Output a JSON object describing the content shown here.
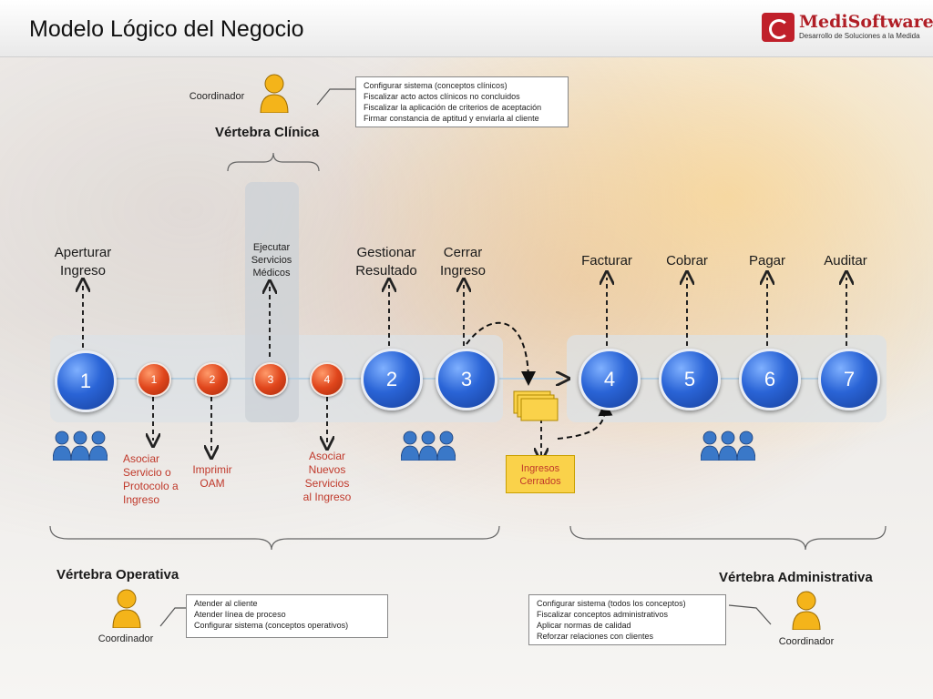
{
  "header": {
    "title": "Modelo Lógico del Negocio",
    "logo_name": "MediSoftware",
    "logo_tagline": "Desarrollo de Soluciones a la Medida"
  },
  "clinical": {
    "role": "Coordinador",
    "title": "Vértebra Clínica",
    "tasks": [
      "Configurar sistema (conceptos clínicos)",
      "Fiscalizar acto actos clínicos no concluidos",
      "Fiscalizar la aplicación de criterios de aceptación",
      "Firmar constancia de aptitud y enviarla al cliente"
    ]
  },
  "top_labels": {
    "aperturar": [
      "Aperturar",
      "Ingreso"
    ],
    "ejecutar": [
      "Ejecutar",
      "Servicios",
      "Médicos"
    ],
    "gestionar": [
      "Gestionar",
      "Resultado"
    ],
    "cerrar": [
      "Cerrar",
      "Ingreso"
    ],
    "facturar": "Facturar",
    "cobrar": "Cobrar",
    "pagar": "Pagar",
    "auditar": "Auditar"
  },
  "steps": {
    "big": [
      "1",
      "2",
      "3",
      "4",
      "5",
      "6",
      "7"
    ],
    "small": [
      "1",
      "2",
      "3",
      "4"
    ]
  },
  "bottom_labels": {
    "asociar_servicio": [
      "Asociar",
      "Servicio o",
      "Protocolo a",
      "Ingreso"
    ],
    "imprimir": [
      "Imprimir",
      "OAM"
    ],
    "asociar_nuevos": [
      "Asociar",
      "Nuevos",
      "Servicios",
      "al Ingreso"
    ],
    "ingresos_cerrados": [
      "Ingresos",
      "Cerrados"
    ]
  },
  "operativa": {
    "title": "Vértebra Operativa",
    "role": "Coordinador",
    "tasks": [
      "Atender al cliente",
      "Atender línea de proceso",
      "Configurar sistema (conceptos operativos)"
    ]
  },
  "administrativa": {
    "title": "Vértebra Administrativa",
    "role": "Coordinador",
    "tasks": [
      "Configurar sistema (todos los conceptos)",
      "Fiscalizar conceptos administrativos",
      "Aplicar normas de calidad",
      "Reforzar relaciones con clientes"
    ]
  },
  "colors": {
    "step_blue": "#2a64d6",
    "substep_orange": "#e0461c",
    "note_red": "#c0392b",
    "folder_yellow": "#fad24a",
    "person_yellow": "#f4b41a",
    "group_blue": "#3a78c8"
  },
  "icons": [
    "person-icon",
    "group-icon",
    "folder-stack-icon",
    "logo-icon"
  ]
}
